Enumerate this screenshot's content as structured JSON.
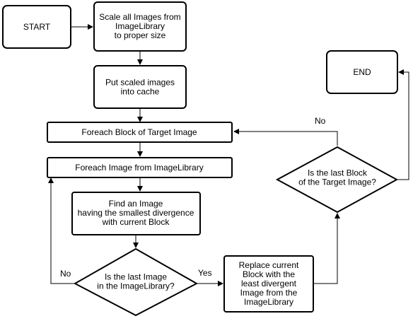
{
  "nodes": {
    "start": {
      "lines": [
        "START"
      ]
    },
    "scale": {
      "lines": [
        "Scale all Images from",
        "ImageLibrary",
        "to proper size"
      ]
    },
    "cache": {
      "lines": [
        "Put scaled images",
        "into cache"
      ]
    },
    "foreach_block": {
      "lines": [
        "Foreach Block of Target Image"
      ]
    },
    "foreach_image": {
      "lines": [
        "Foreach Image from ImageLibrary"
      ]
    },
    "find_image": {
      "lines": [
        "Find an Image",
        "having the smallest divergence",
        "with current Block"
      ]
    },
    "last_image": {
      "lines": [
        "Is the last Image",
        "in the ImageLibrary?"
      ]
    },
    "replace": {
      "lines": [
        "Replace current",
        "Block with the",
        "least divergent",
        "Image from the",
        "ImageLibrary"
      ]
    },
    "last_block": {
      "lines": [
        "Is the last Block",
        "of the Target Image?"
      ]
    },
    "end": {
      "lines": [
        "END"
      ]
    }
  },
  "edge_labels": {
    "image_no": "No",
    "image_yes": "Yes",
    "block_no": "No"
  }
}
